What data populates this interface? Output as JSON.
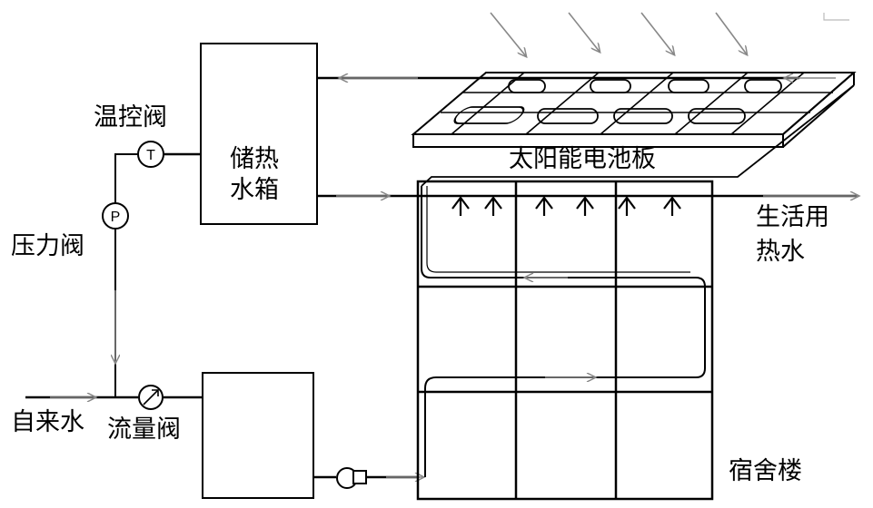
{
  "labels": {
    "temp_valve": "温控阀",
    "pressure_valve": "压力阀",
    "storage_tank_line1": "储热",
    "storage_tank_line2": "水箱",
    "solar_panel": "太阳能电池板",
    "hot_water_line1": "生活用",
    "hot_water_line2": "热水",
    "tap_water": "自来水",
    "flow_valve": "流量阀",
    "dormitory": "宿舍楼"
  },
  "symbols": {
    "temp_valve_letter": "T",
    "pressure_valve_letter": "P"
  }
}
